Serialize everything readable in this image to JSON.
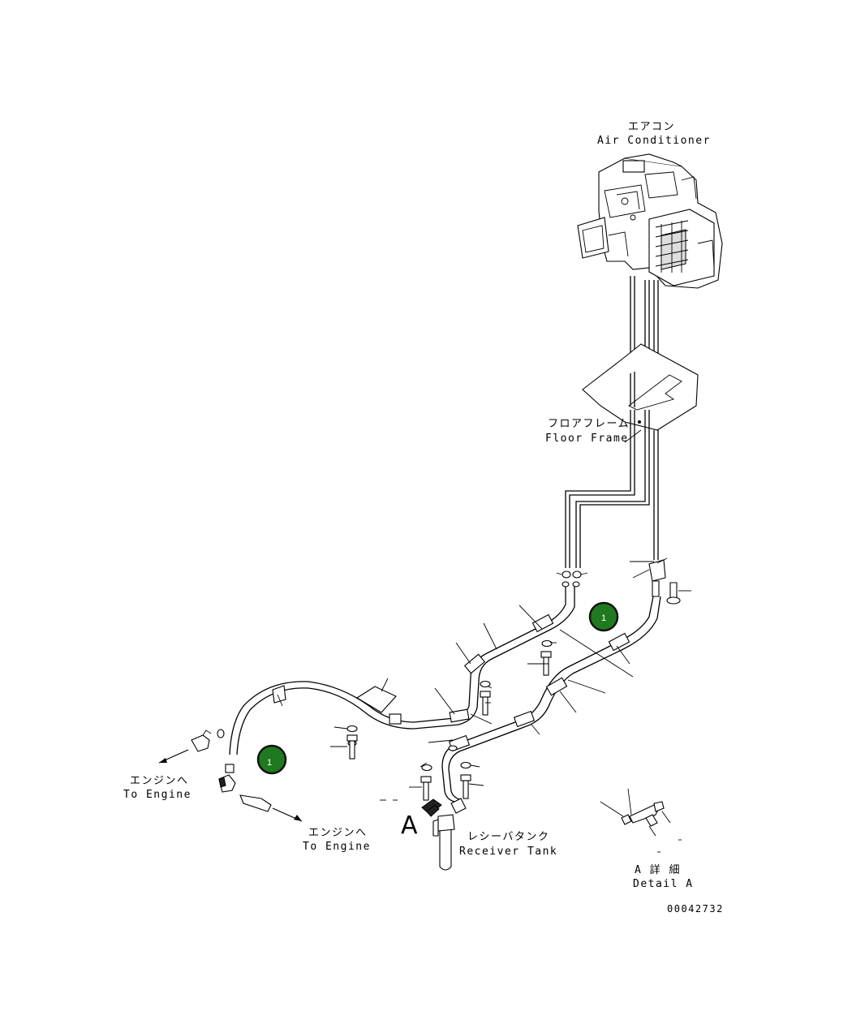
{
  "labels": {
    "air_conditioner_jp": "エアコン",
    "air_conditioner_en": "Air Conditioner",
    "floor_frame_jp": "フロアフレーム",
    "floor_frame_en": "Floor Frame",
    "to_engine_left_jp": "エンジンへ",
    "to_engine_left_en": "To Engine",
    "to_engine_right_jp": "エンジンへ",
    "to_engine_right_en": "To Engine",
    "receiver_tank_jp": "レシーバタンク",
    "receiver_tank_en": "Receiver Tank",
    "detail_jp": "A 詳 細",
    "detail_en": "Detail A",
    "view_letter": "A",
    "drawing_number": "00042732"
  },
  "callouts": [
    {
      "number": "1",
      "color": "#1f7a1f"
    },
    {
      "number": "1",
      "color": "#1f7a1f"
    }
  ]
}
